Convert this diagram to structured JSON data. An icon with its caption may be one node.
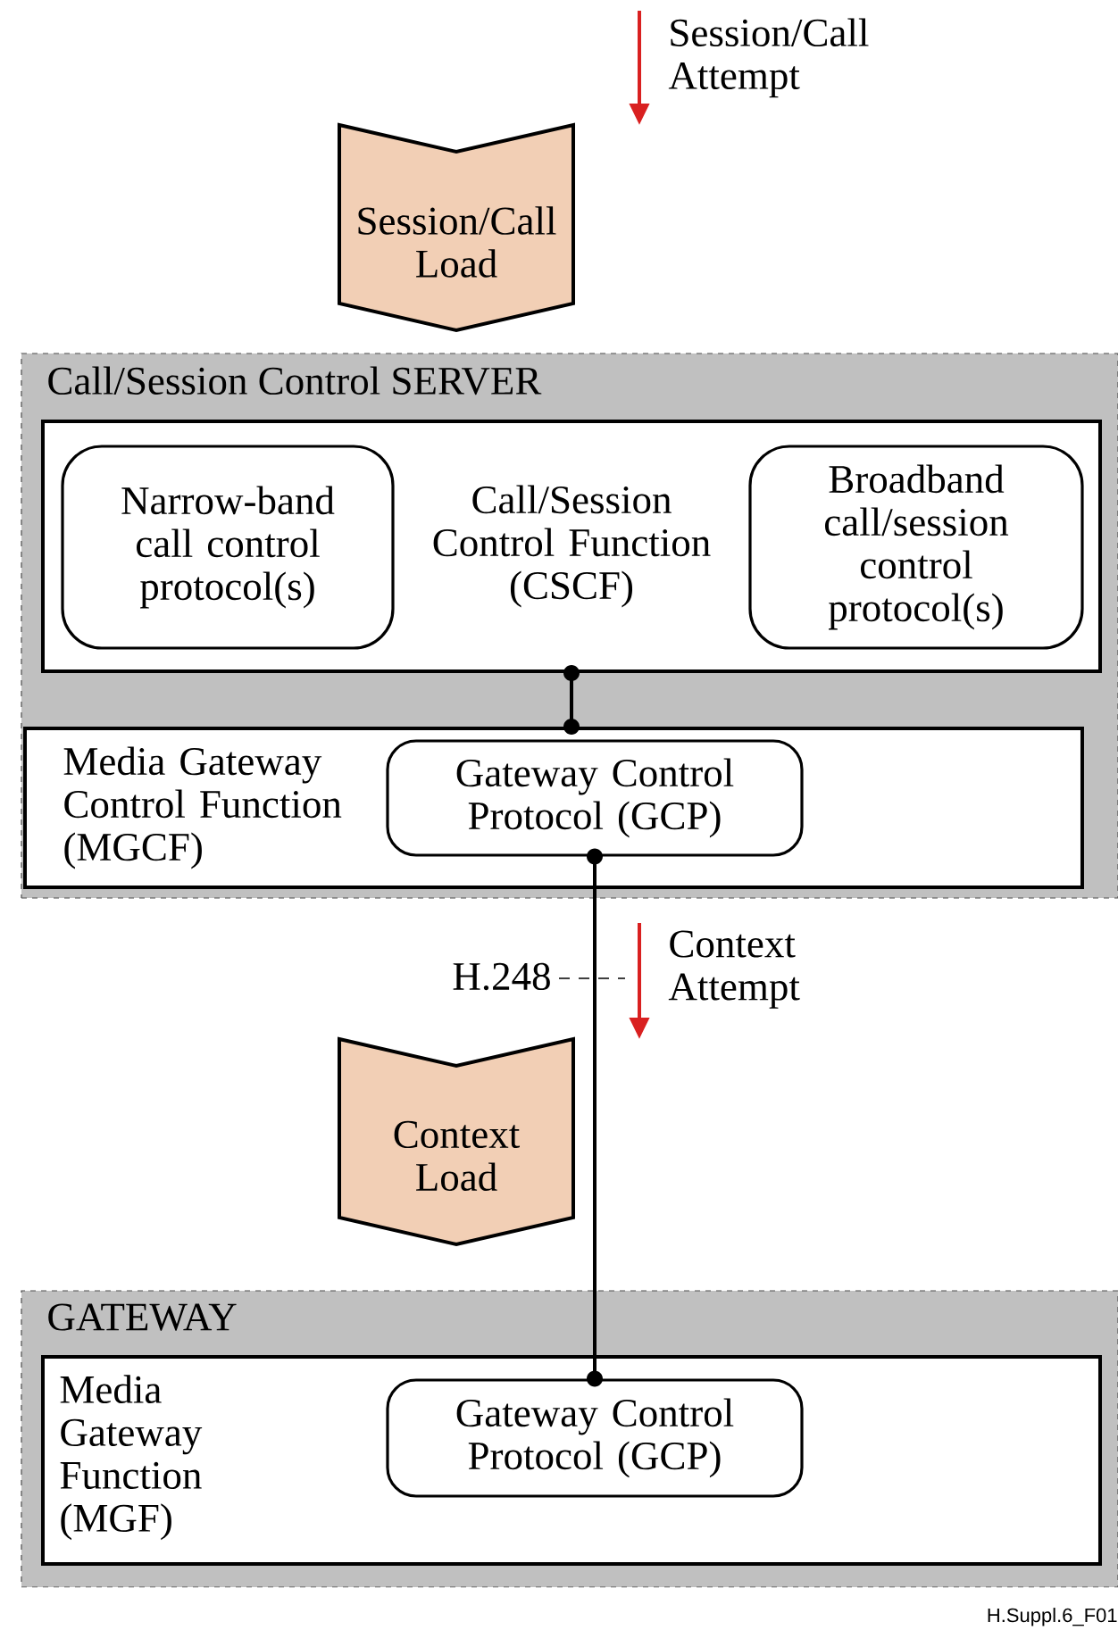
{
  "diagram": {
    "nodes": [
      {
        "text": [
          "Session/Call Load"
        ]
      },
      {
        "text": [
          "Call/Session Control SERVER"
        ]
      },
      {
        "text": [
          "Call/Session Control Function (CSCF)"
        ],
        "in": 1
      },
      {
        "text": [
          "Narrow-band call control protocol(s)"
        ],
        "in": 2
      },
      {
        "text": [
          "Broadband call/session control protocol(s)"
        ],
        "in": 2
      },
      {
        "text": [
          "Media Gateway Control Function (MGCF)"
        ],
        "in": 1
      },
      {
        "text": [
          "Gateway Control Protocol (GCP)"
        ],
        "in": 5
      },
      {
        "text": [
          "Context Load"
        ]
      },
      {
        "text": [
          "GATEWAY"
        ]
      },
      {
        "text": [
          "Media Gateway Function (MGF)"
        ],
        "in": 8
      },
      {
        "text": [
          "Gateway Control Protocol (GCP)"
        ],
        "in": 9
      }
    ],
    "edges": [
      {
        "from": 2,
        "to": 5,
        "arrow": "other"
      },
      {
        "from": 6,
        "to": 10,
        "arrow": "other",
        "label": "H.248"
      }
    ],
    "labels": [
      "Session/Call Attempt",
      "Context Attempt",
      "H.Suppl.6_F01"
    ]
  }
}
